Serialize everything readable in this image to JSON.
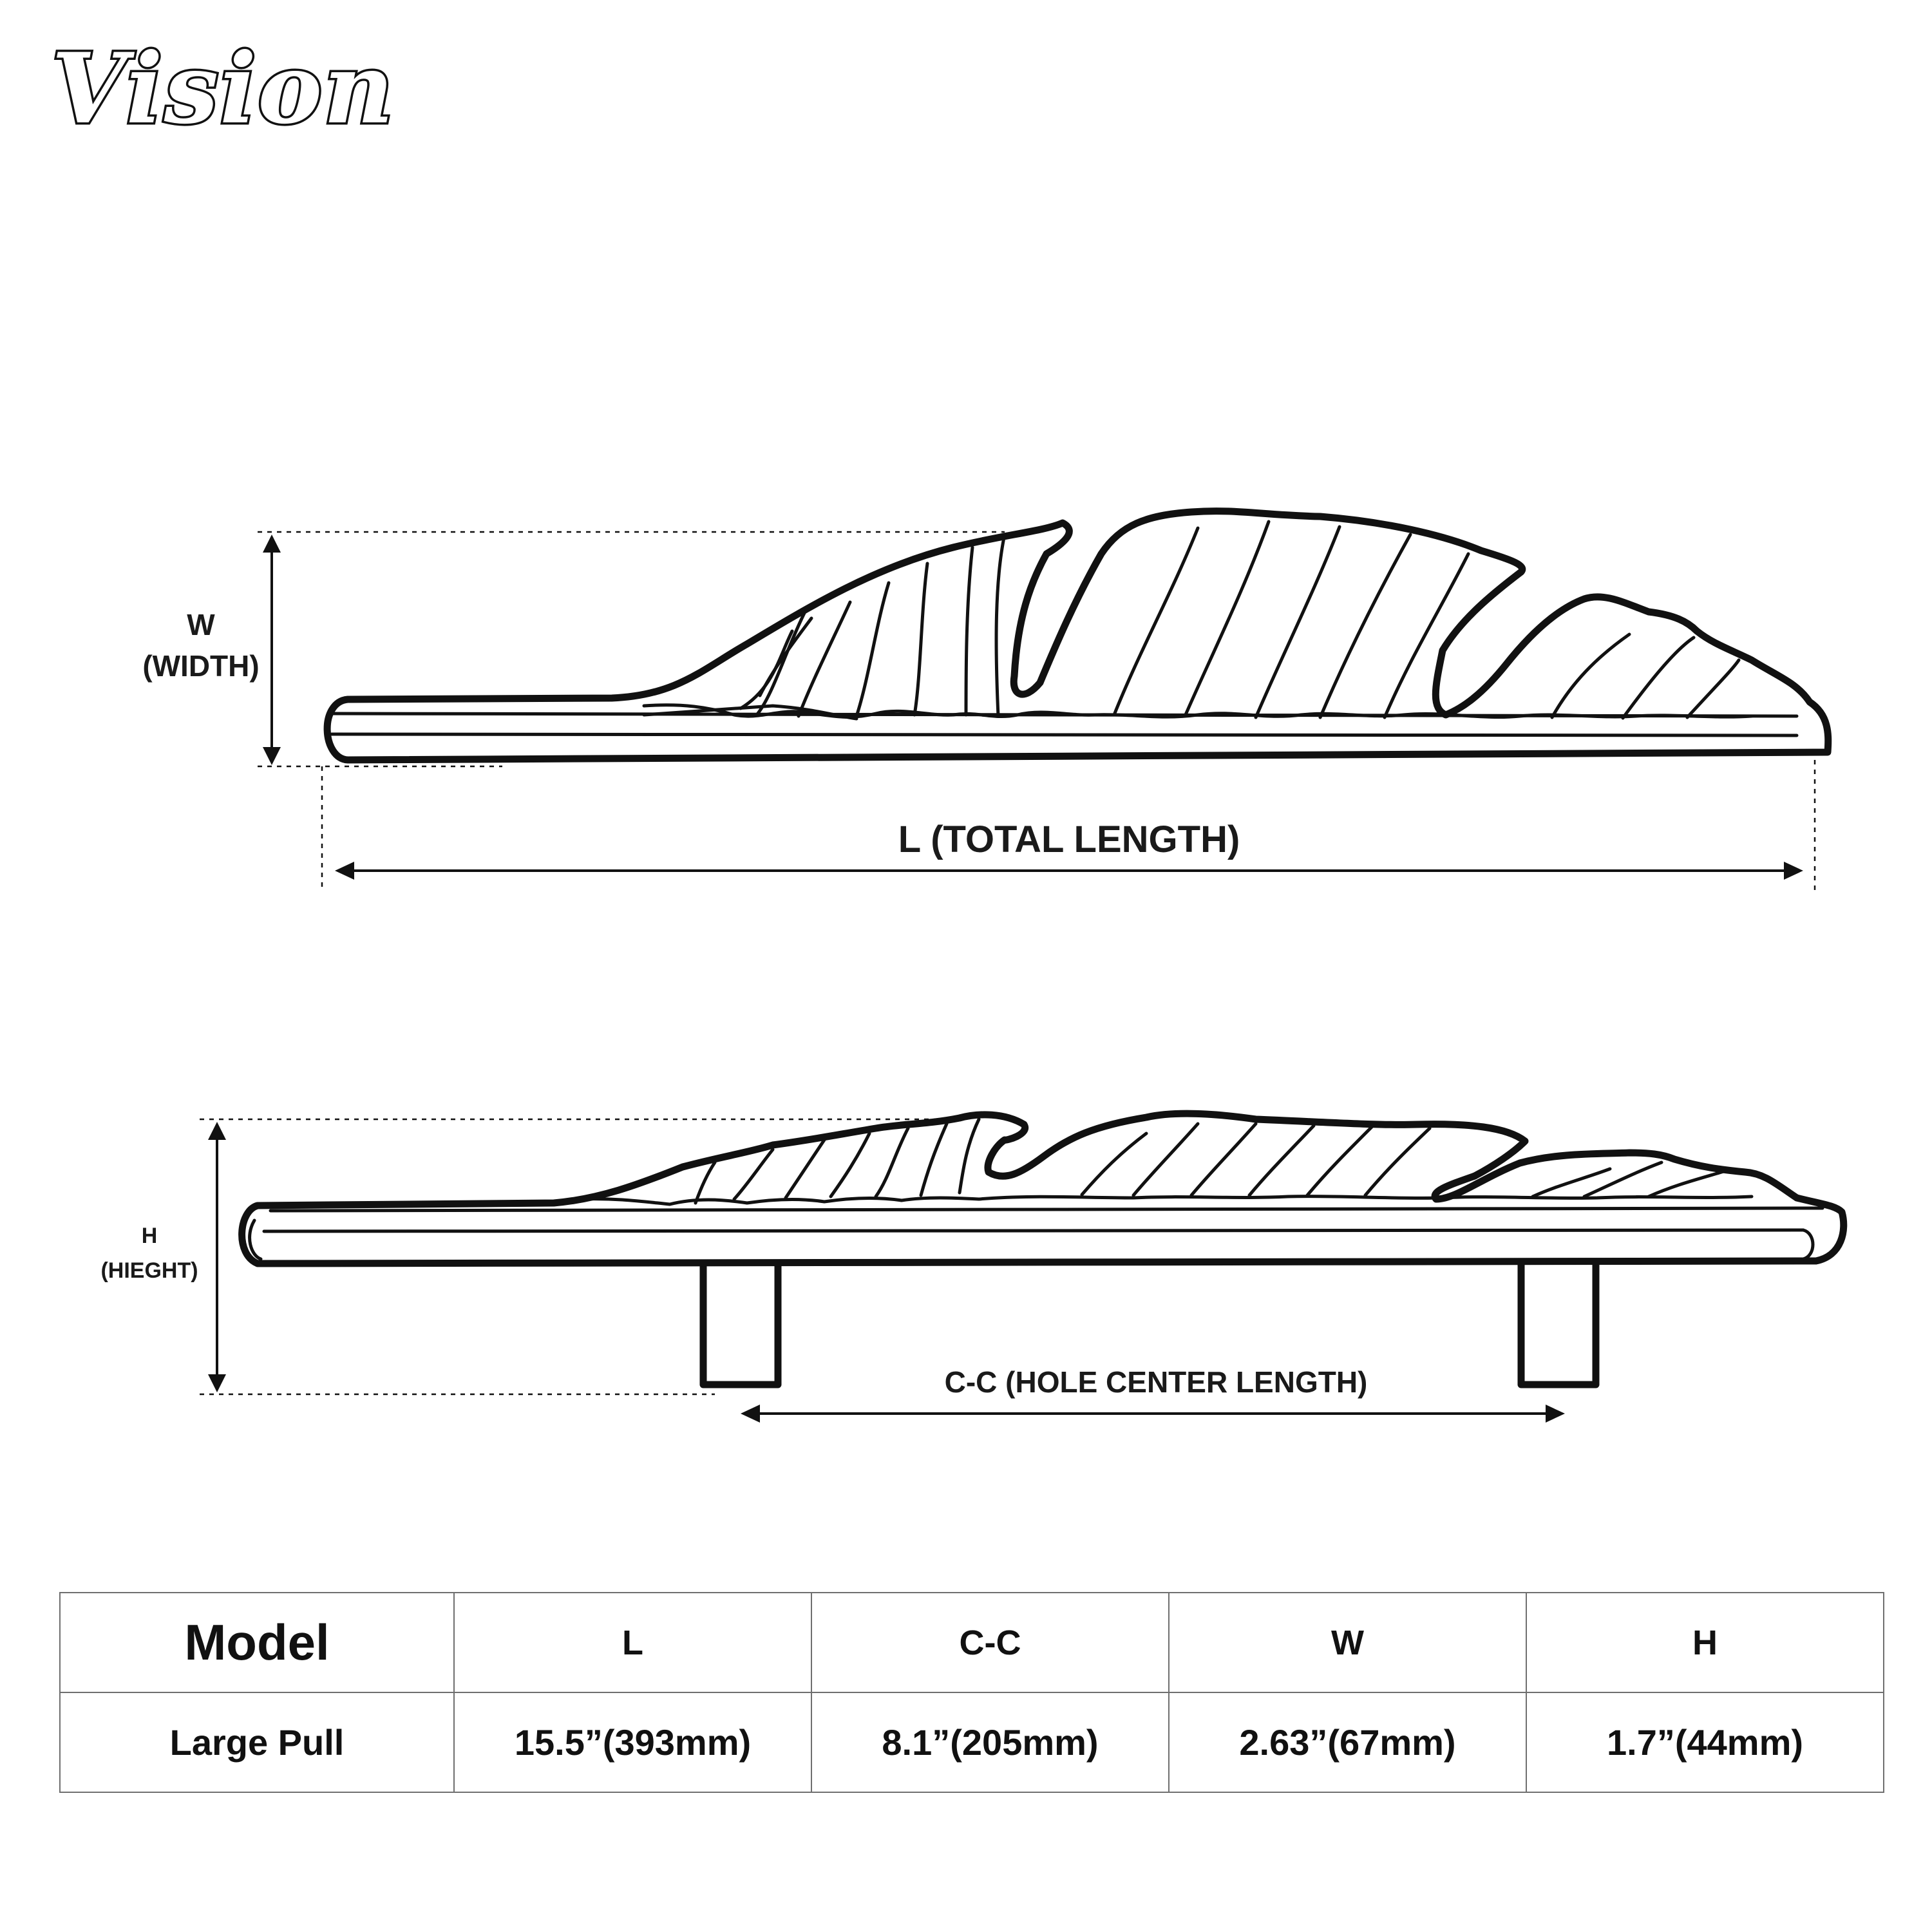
{
  "brand": {
    "logo_text": "Vision"
  },
  "top_view": {
    "width_label_line1": "W",
    "width_label_line2": "(WIDTH)",
    "length_label": "L (TOTAL LENGTH)"
  },
  "side_view": {
    "height_label_line1": "H",
    "height_label_line2": "(HIEGHT)",
    "cc_label": "C-C (HOLE CENTER LENGTH)"
  },
  "spec_table": {
    "headers": [
      "Model",
      "L",
      "C-C",
      "W",
      "H"
    ],
    "rows": [
      [
        "Large Pull",
        "15.5”(393mm)",
        "8.1”(205mm)",
        "2.63”(67mm)",
        "1.7”(44mm)"
      ]
    ]
  },
  "colors": {
    "line": "#111111",
    "table_border": "#6f6f6f",
    "background": "#ffffff"
  }
}
